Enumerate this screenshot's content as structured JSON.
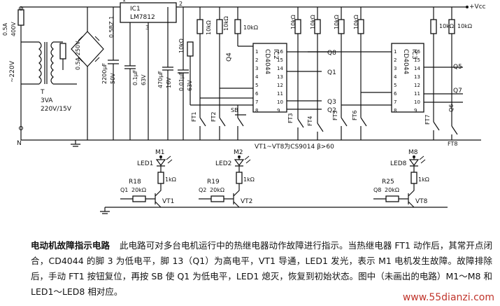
{
  "fuse1": {
    "line1": "0.5A",
    "line2": "400V"
  },
  "fuse2": {
    "label": "0.5A 250V"
  },
  "bridge": {
    "label": "0.5BZ 1"
  },
  "transformer": {
    "ref": "T",
    "line1": "3VA",
    "line2": "220V/15V"
  },
  "mains": {
    "voltage": "~220V",
    "neutral": "N"
  },
  "regulator": {
    "ref": "IC1",
    "part": "LM7812",
    "pin1": "1",
    "pin2": "2",
    "pin3": "3"
  },
  "cap1": {
    "line1": "2200μF",
    "line2": "50V"
  },
  "cap2": {
    "line1": "0.1μF",
    "line2": "63V"
  },
  "cap3": {
    "line1": "470μF",
    "line2": "16V"
  },
  "cap4": {
    "line1": "0.01μF",
    "line2": "63V"
  },
  "vcc": "+Vcc",
  "resistors": {
    "r10k": "10kΩ",
    "r1k": "1kΩ",
    "r10": "10kΩ"
  },
  "ic2": {
    "ref": "IC2",
    "part": "CD4044",
    "left_pins": [
      "1",
      "2",
      "3",
      "4",
      "5",
      "6",
      "7",
      "8"
    ],
    "right_pins": [
      "16",
      "15",
      "14",
      "13",
      "12",
      "11",
      "10",
      "9"
    ]
  },
  "ic3": {
    "ref": "IC3",
    "part": "CD4044",
    "left_pins": [
      "1",
      "2",
      "3",
      "4",
      "5",
      "6",
      "7",
      "8"
    ],
    "right_pins": [
      "16",
      "15",
      "14",
      "13",
      "12",
      "11",
      "10",
      "9"
    ]
  },
  "outputs": {
    "q1": "Q1",
    "q2": "Q2",
    "q3": "Q3",
    "q4": "Q4",
    "q5": "Q5",
    "q6": "Q6",
    "q7": "Q7",
    "q8": "Q8"
  },
  "switches": {
    "ft1": "FT1",
    "ft2": "FT2",
    "ft3": "FT3",
    "ft4": "FT4",
    "ft5": "FT5",
    "ft6": "FT6",
    "ft7": "FT7",
    "ft8": "FT8",
    "sb": "SB"
  },
  "note": "VT1~VT8为CS9014  β>60",
  "drivers": [
    {
      "motor": "M1",
      "led": "LED1",
      "rled": "1kΩ",
      "rb_ref": "R18",
      "rb_val": "20kΩ",
      "input": "Q1",
      "transistor": "VT1"
    },
    {
      "motor": "M2",
      "led": "LED2",
      "rled": "1kΩ",
      "rb_ref": "R19",
      "rb_val": "20kΩ",
      "input": "Q2",
      "transistor": "VT2"
    },
    {
      "motor": "M8",
      "led": "LED8",
      "rled": "1kΩ",
      "rb_ref": "R25",
      "rb_val": "20kΩ",
      "input": "Q8",
      "transistor": "VT8"
    }
  ],
  "caption": {
    "title": "电动机故障指示电路",
    "body": "此电路可对多台电机运行中的热继电器动作故障进行指示。当热继电器 FT1 动作后，其常开点闭合，CD4044 的脚 3 为低电平，脚 13（Q1）为高电平，VT1 导通，LED1 发光，表示 M1 电机发生故障。故障排除后，手动 FT1 按钮复位，再按 SB 使 Q1 为低电平，LED1 熄灭，恢复到初始状态。图中（未画出的电路）M1～M8 和 LED1～LED8 相对应。"
  },
  "watermark": "www.55dianzi.com"
}
